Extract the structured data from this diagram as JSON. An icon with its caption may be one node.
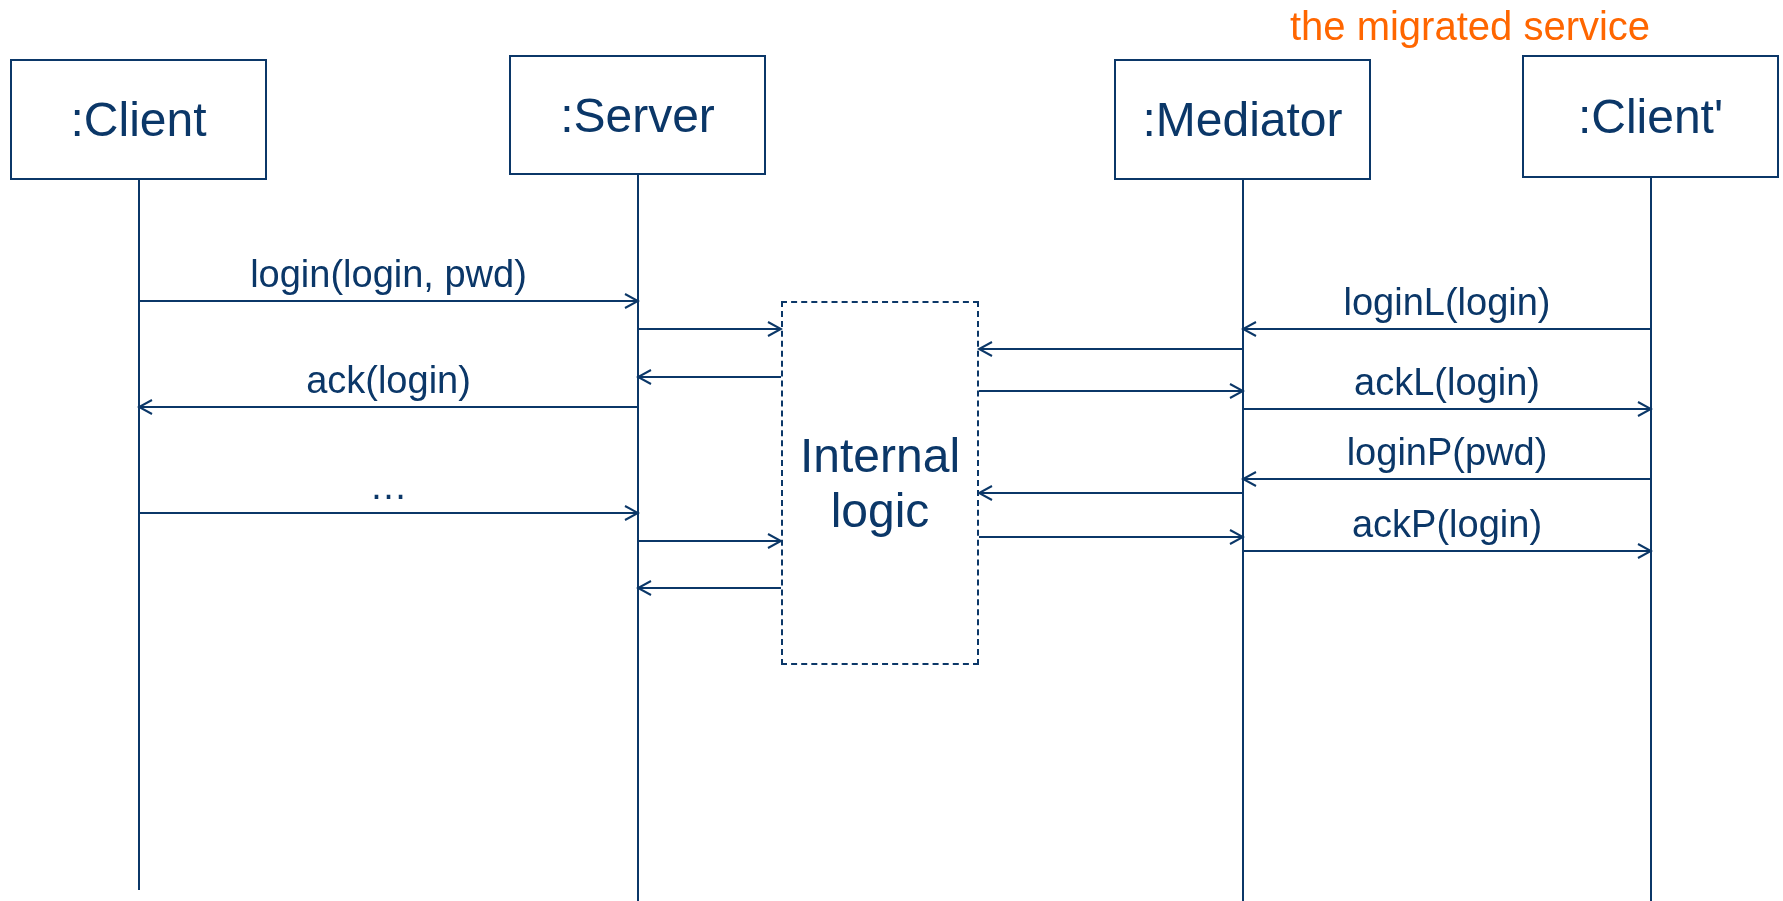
{
  "diagram": {
    "nodes": [
      {
        "text": [
          ":Client"
        ]
      },
      {
        "text": [
          ":Server"
        ]
      },
      {
        "text": [
          ":Mediator"
        ]
      },
      {
        "text": [
          ":Client'"
        ]
      },
      {
        "text": [
          "Internal logic"
        ]
      }
    ],
    "edges": [
      {
        "from": 0,
        "to": 1,
        "arrow": "to",
        "label": "login(login, pwd)"
      },
      {
        "from": 1,
        "to": 4,
        "arrow": "to"
      },
      {
        "from": 3,
        "to": 2,
        "arrow": "to",
        "label": "loginL(login)"
      },
      {
        "from": 2,
        "to": 4,
        "arrow": "to"
      },
      {
        "from": 4,
        "to": 1,
        "arrow": "to"
      },
      {
        "from": 4,
        "to": 2,
        "arrow": "to"
      },
      {
        "from": 1,
        "to": 0,
        "arrow": "to",
        "label": "ack(login)"
      },
      {
        "from": 2,
        "to": 3,
        "arrow": "to",
        "label": "ackL(login)"
      },
      {
        "from": 3,
        "to": 2,
        "arrow": "to",
        "label": "loginP(pwd)"
      },
      {
        "from": 2,
        "to": 4,
        "arrow": "to"
      },
      {
        "from": 0,
        "to": 1,
        "arrow": "to",
        "label": "…"
      },
      {
        "from": 4,
        "to": 2,
        "arrow": "to"
      },
      {
        "from": 1,
        "to": 4,
        "arrow": "to"
      },
      {
        "from": 2,
        "to": 3,
        "arrow": "to",
        "label": "ackP(login)"
      },
      {
        "from": 4,
        "to": 1,
        "arrow": "to"
      }
    ],
    "labels": [
      "the migrated service"
    ]
  }
}
